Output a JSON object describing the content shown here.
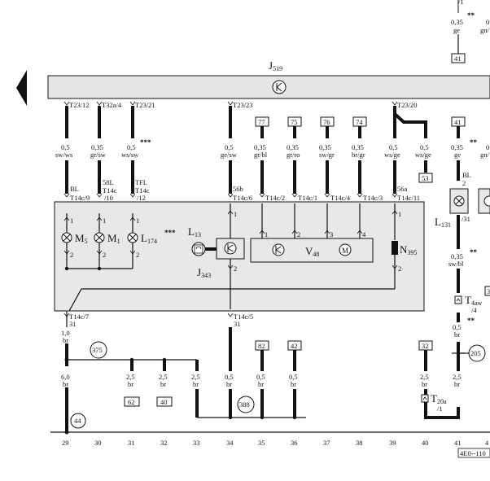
{
  "colors": {
    "ink": "#111111",
    "panel": "#e8e8e8",
    "bar": "#e6e6e6"
  },
  "top_right": {
    "wires": [
      {
        "size": "0,35",
        "color": "ge"
      },
      {
        "size": "0",
        "color": "gn/"
      }
    ],
    "box": "41",
    "stars": "**",
    "tick": "/1"
  },
  "j519": {
    "label": "J",
    "sub": "519"
  },
  "terminals": [
    {
      "label": "T23/12"
    },
    {
      "label": "T32a/4"
    },
    {
      "label": "T23/21"
    },
    {
      "label": "T23/23"
    },
    {
      "label": "T23/20"
    }
  ],
  "boxes_top": [
    "77",
    "75",
    "76",
    "74",
    "41",
    "53"
  ],
  "wire_labels": [
    {
      "size": "0,5",
      "color": "sw/ws"
    },
    {
      "size": "0,35",
      "color": "gr/sw"
    },
    {
      "size": "0,5",
      "color": "ws/sw"
    },
    {
      "size": "0,5",
      "color": "ge/sw"
    },
    {
      "size": "0,35",
      "color": "gr/bl"
    },
    {
      "size": "0,35",
      "color": "gr/ro"
    },
    {
      "size": "0,35",
      "color": "sw/gr"
    },
    {
      "size": "0,35",
      "color": "br/gr"
    },
    {
      "size": "0,5",
      "color": "ws/ge"
    },
    {
      "size": "0,5",
      "color": "ws/ge"
    },
    {
      "size": "0,35",
      "color": "ge"
    },
    {
      "size": "0",
      "color": "gn/"
    }
  ],
  "stars3": "***",
  "stars2": "**",
  "signals": [
    {
      "name": "BL",
      "conn": "T14c/9"
    },
    {
      "name": "58L",
      "conn": "T14c",
      "sub": "/10"
    },
    {
      "name": "TFL",
      "conn": "T14c",
      "sub": "/12"
    },
    {
      "name": "56b",
      "conn": "T14c/6"
    },
    {
      "name": "",
      "conn": "T14c/2"
    },
    {
      "name": "",
      "conn": "T14c/1"
    },
    {
      "name": "",
      "conn": "T14c/4"
    },
    {
      "name": "",
      "conn": "T14c/3"
    },
    {
      "name": "56a",
      "conn": "T14c/11"
    }
  ],
  "components": {
    "m5": {
      "label": "M",
      "sub": "5"
    },
    "m1": {
      "label": "M",
      "sub": "1"
    },
    "l174": {
      "label": "L",
      "sub": "174"
    },
    "l13": {
      "label": "L",
      "sub": "13",
      "stars": "***"
    },
    "j343": {
      "label": "J",
      "sub": "343"
    },
    "v48": {
      "label": "V",
      "sub": "48"
    },
    "n395": {
      "label": "N",
      "sub": "395"
    },
    "l131": {
      "label": "L",
      "sub": "131",
      "pin": "/31",
      "bl": "BL",
      "pin2": "2"
    },
    "t4aw": {
      "label": "T",
      "sub": "4aw",
      "pin": "/4"
    },
    "t20a": {
      "label": "T",
      "sub": "20a",
      "pin": "/1"
    }
  },
  "pins": {
    "p1": "1",
    "p2": "2",
    "p3": "3",
    "p4": "4"
  },
  "lower": {
    "t14c7": "T14c/7",
    "t14c7_pin": "31",
    "t14c5": "T14c/5",
    "t14c5_pin": "31",
    "ground_wire_a": {
      "size": "1,0",
      "color": "br"
    },
    "ground_wire_b": {
      "size": "6,0",
      "color": "br"
    },
    "br_wires": [
      {
        "size": "2,5",
        "color": "br"
      },
      {
        "size": "2,5",
        "color": "br"
      },
      {
        "size": "2,5",
        "color": "br"
      },
      {
        "size": "0,5",
        "color": "br"
      },
      {
        "size": "0,5",
        "color": "br"
      },
      {
        "size": "0,5",
        "color": "br"
      },
      {
        "size": "2,5",
        "color": "br"
      },
      {
        "size": "2,5",
        "color": "br"
      },
      {
        "size": "0,5",
        "color": "br"
      }
    ],
    "right_wire": {
      "size": "0,35",
      "color": "sw/bl"
    },
    "boxes": [
      "62",
      "40",
      "82",
      "42",
      "32",
      "3"
    ],
    "circles": [
      "375",
      "388",
      "44",
      "205"
    ]
  },
  "track": [
    "29",
    "30",
    "31",
    "32",
    "33",
    "34",
    "35",
    "36",
    "37",
    "38",
    "39",
    "40",
    "41",
    "4"
  ],
  "ref": "4E0--110"
}
